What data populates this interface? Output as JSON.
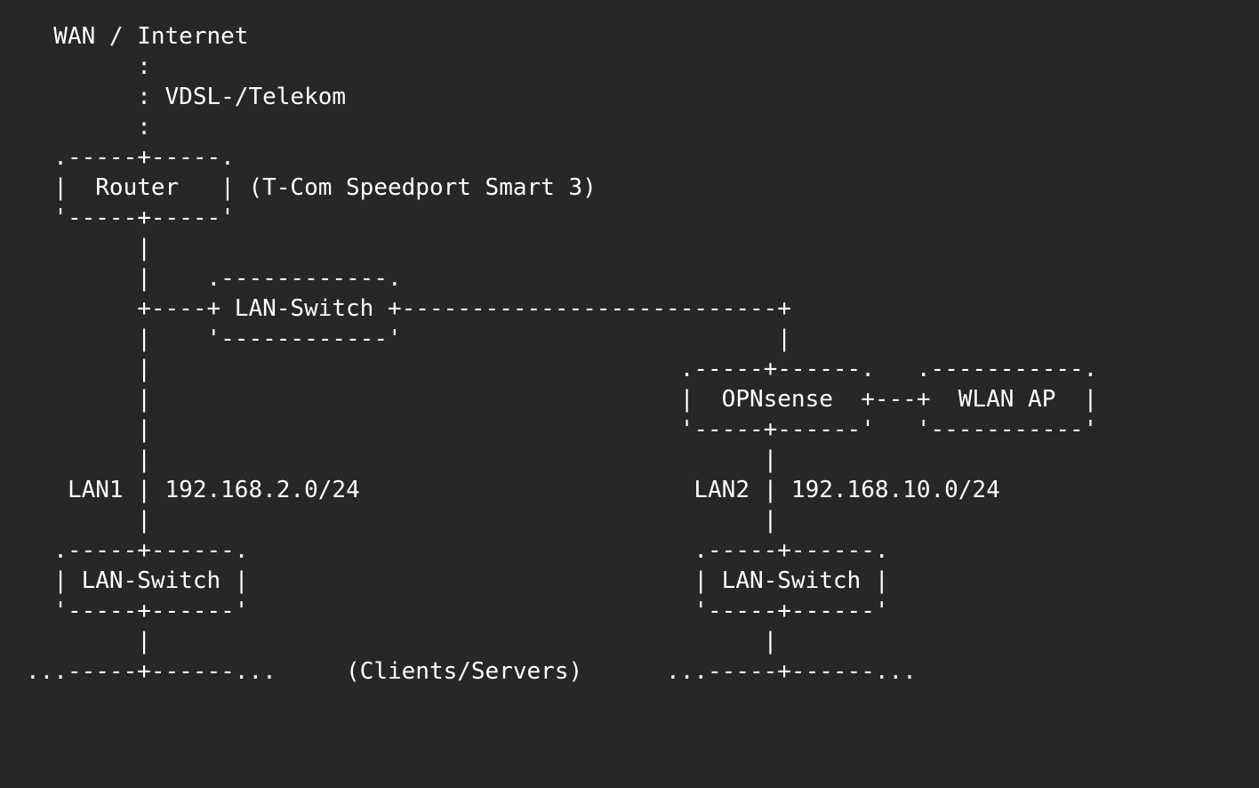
{
  "diagram": {
    "background_color": "#272727",
    "text_color": "#ffffff",
    "lines": [
      "  WAN / Internet",
      "        :",
      "        : VDSL-/Telekom",
      "        :",
      "  .-----+-----.",
      "  |  Router   | (T-Com Speedport Smart 3)",
      "  '-----+-----'",
      "        |",
      "        |    .------------.",
      "        +----+ LAN-Switch +---------------------------+",
      "        |    '------------'                           |",
      "        |                                      .-----+------.   .-----------.",
      "        |                                      |  OPNsense  +---+  WLAN AP  |",
      "        |                                      '-----+------'   '-----------'",
      "        |                                            |",
      "   LAN1 | 192.168.2.0/24                        LAN2 | 192.168.10.0/24",
      "        |                                            |",
      "  .-----+------.                                .-----+------.",
      "  | LAN-Switch |                                | LAN-Switch |",
      "  '-----+------'                                '-----+------'",
      "        |                                            |",
      "...-----+------...     (Clients/Servers)      ...-----+------..."
    ]
  }
}
